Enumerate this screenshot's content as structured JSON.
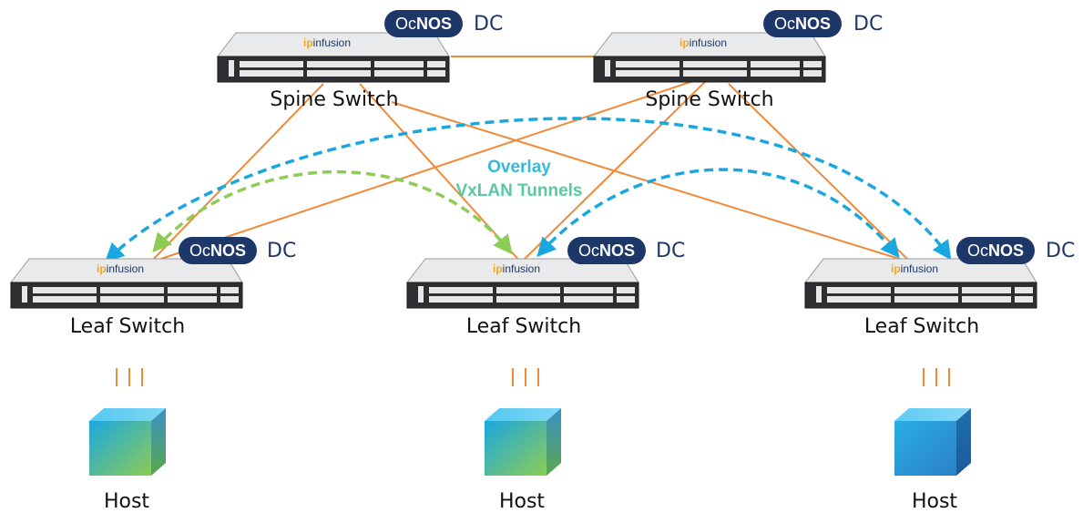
{
  "spines": [
    {
      "label": "Spine Switch",
      "brand": "ipinfusion",
      "badge_light": "Oc",
      "badge_bold": "NOS",
      "badge_suffix": "DC"
    },
    {
      "label": "Spine Switch",
      "brand": "ipinfusion",
      "badge_light": "Oc",
      "badge_bold": "NOS",
      "badge_suffix": "DC"
    }
  ],
  "leaves": [
    {
      "label": "Leaf Switch",
      "brand": "ipinfusion",
      "badge_light": "Oc",
      "badge_bold": "NOS",
      "badge_suffix": "DC"
    },
    {
      "label": "Leaf Switch",
      "brand": "ipinfusion",
      "badge_light": "Oc",
      "badge_bold": "NOS",
      "badge_suffix": "DC"
    },
    {
      "label": "Leaf Switch",
      "brand": "ipinfusion",
      "badge_light": "Oc",
      "badge_bold": "NOS",
      "badge_suffix": "DC"
    }
  ],
  "hosts": [
    {
      "label": "Host"
    },
    {
      "label": "Host"
    },
    {
      "label": "Host"
    }
  ],
  "overlay": {
    "line1": "Overlay",
    "line2": "VxLAN Tunnels"
  },
  "colors": {
    "underlay_link": "#f08a38",
    "tunnel_blue": "#1aa7e0",
    "tunnel_green": "#8dcc55",
    "badge_bg": "#1e3769",
    "brand_orange": "#f5a623"
  }
}
